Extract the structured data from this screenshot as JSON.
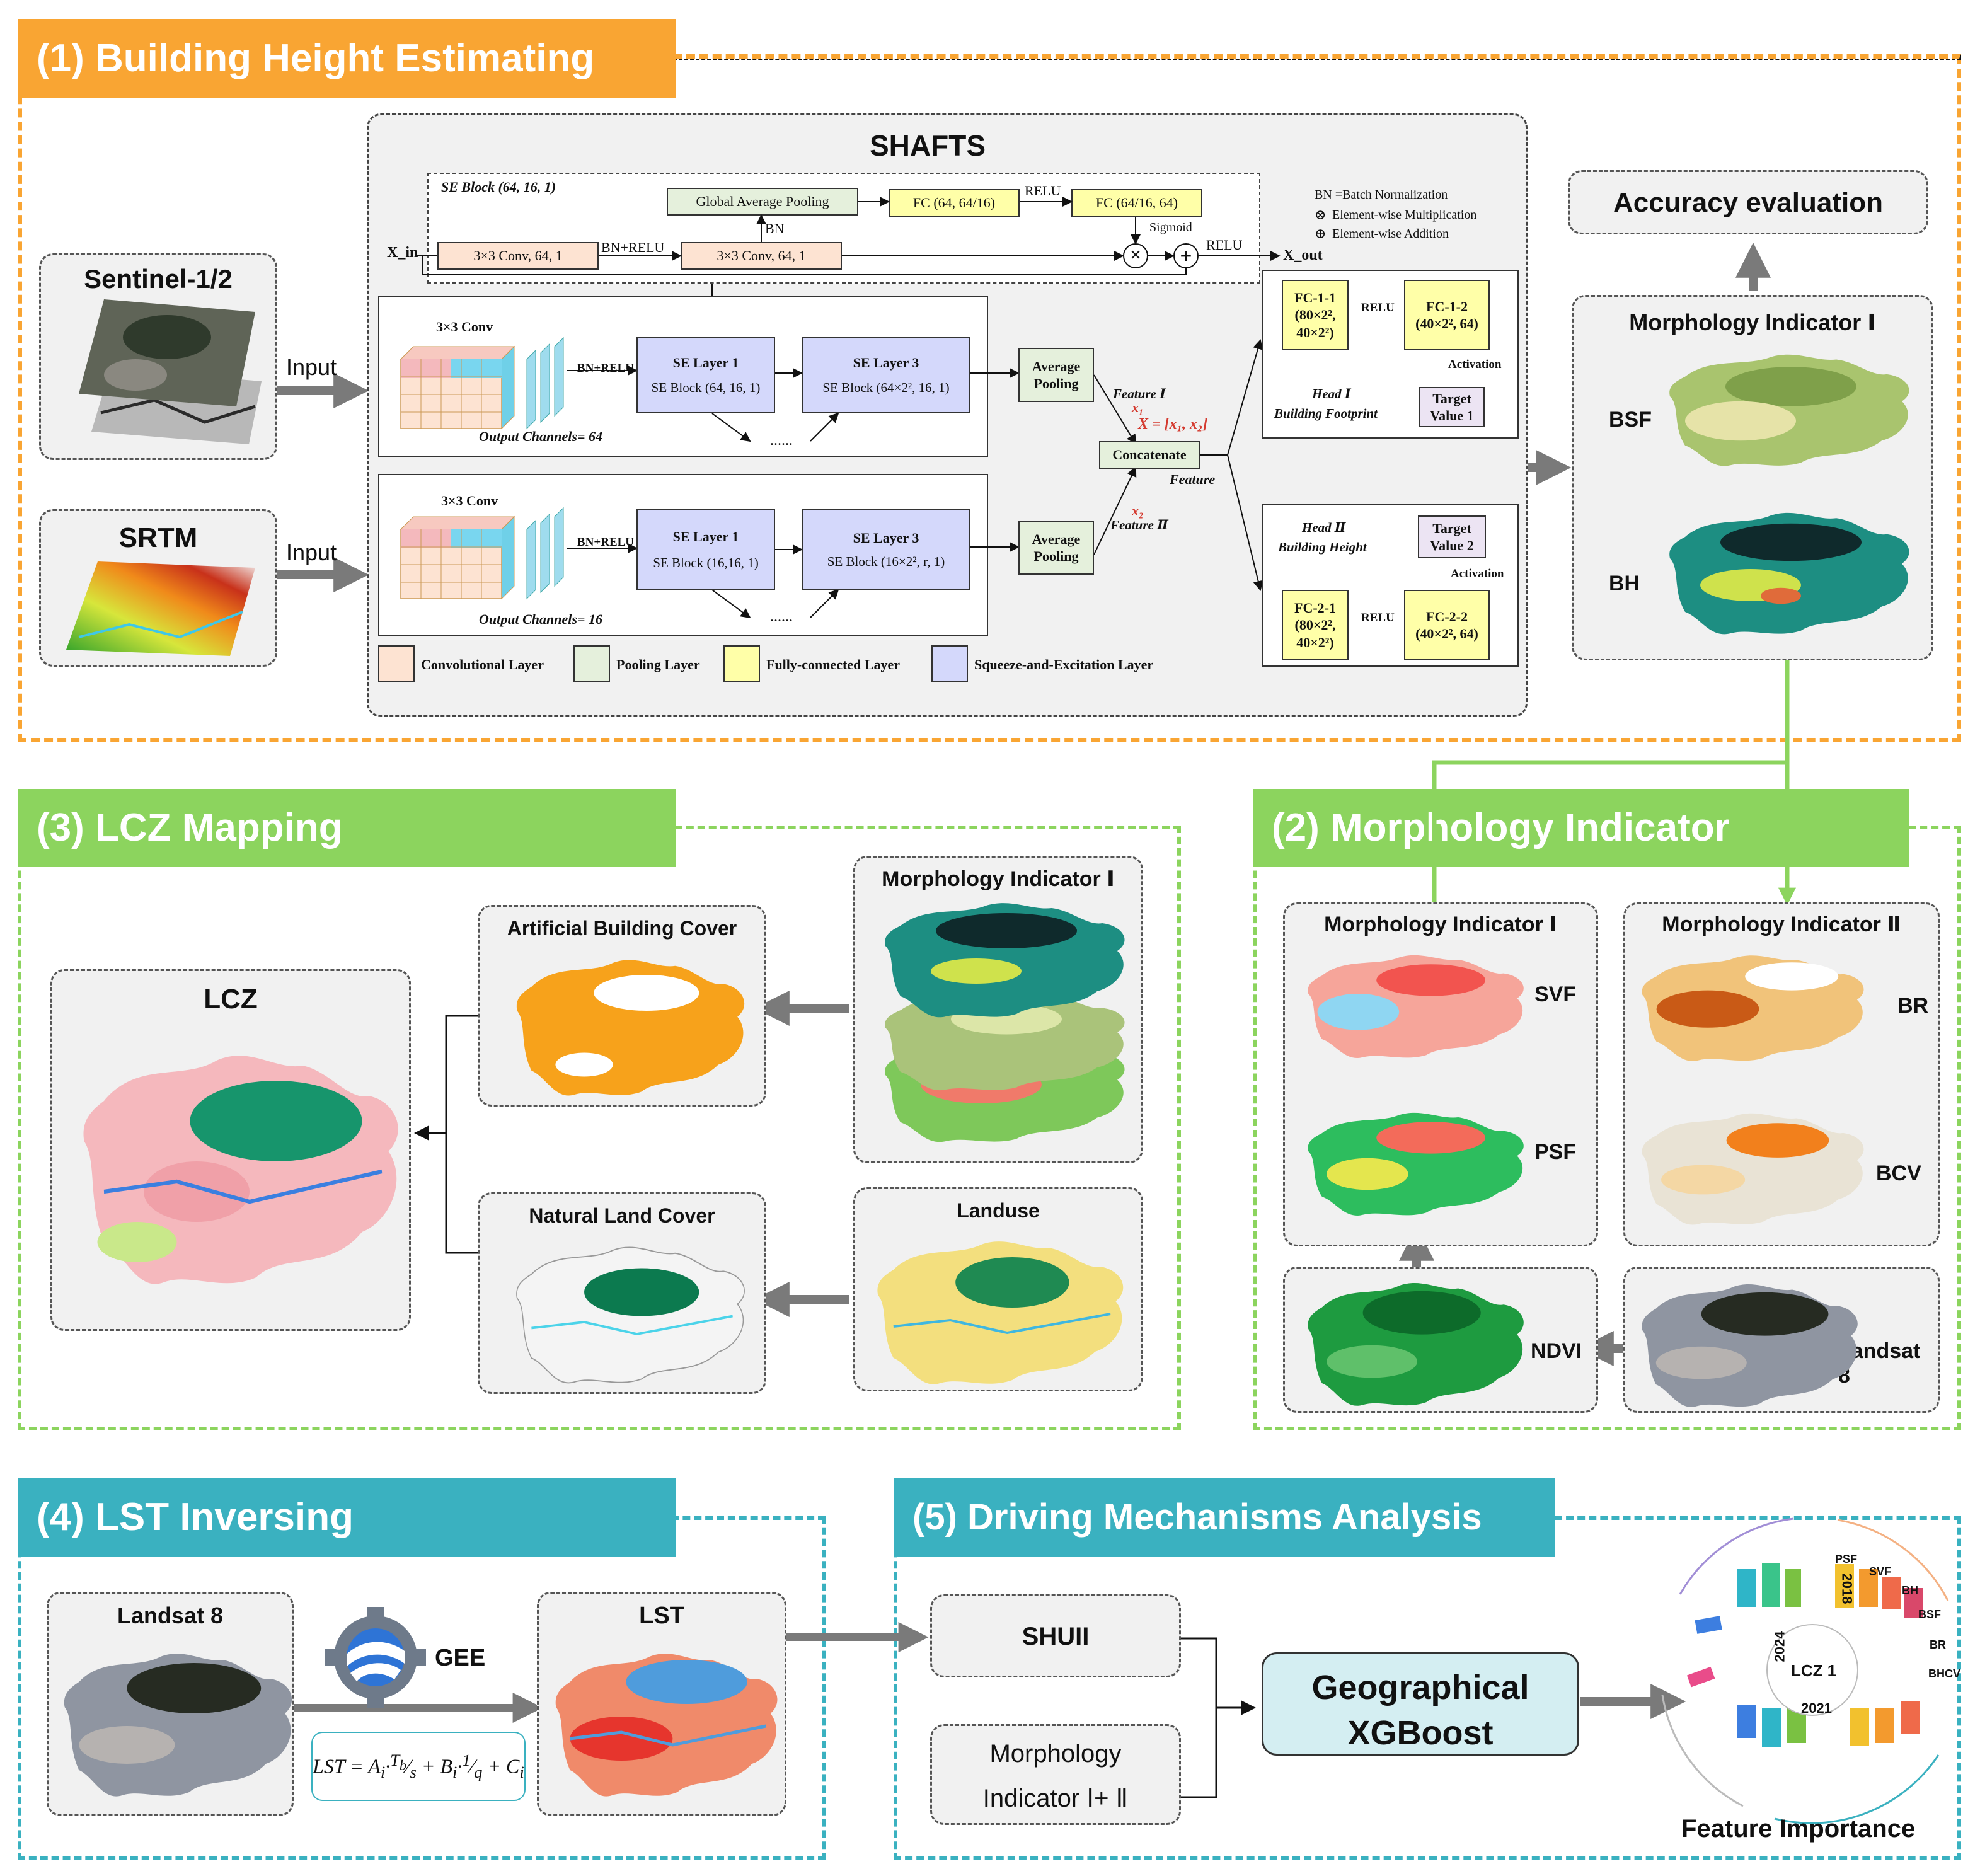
{
  "colors": {
    "orange": "#f9a533",
    "green": "#8cd45e",
    "teal": "#3ab1c0",
    "arrow_grey": "#7a7a7a"
  },
  "section1": {
    "title": "(1) Building Height Estimating",
    "inputs": {
      "sentinel": "Sentinel-1/2",
      "srtm": "SRTM",
      "input_label": "Input"
    },
    "shafts": {
      "title": "SHAFTS",
      "se_block_title": "SE Block (64, 16, 1)",
      "gap": "Global Average Pooling",
      "fc1": "FC (64, 64/16)",
      "fc2": "FC (64/16, 64)",
      "relu": "RELU",
      "bn": "BN",
      "sigmoid": "Sigmoid",
      "x_in": "X_in",
      "x_out": "X_out",
      "conv_a": "3×3 Conv, 64, 1",
      "conv_b": "3×3 Conv, 64, 1",
      "bn_relu": "BN+RELU",
      "legend_bn": "BN =Batch Normalization",
      "legend_mult": "Element-wise Multiplication",
      "legend_add": "Element-wise Addition",
      "conv3": "3×3 Conv",
      "out64": "Output Channels= 64",
      "out16": "Output Channels= 16",
      "se_layer1": "SE Layer 1",
      "se_layer3": "SE Layer 3",
      "se_block_a1": "SE Block (64, 16, 1)",
      "se_block_a3": "SE Block (64×2², 16, 1)",
      "se_block_b1": "SE Block (16,16, 1)",
      "se_block_b3": "SE Block (16×2², r, 1)",
      "dots": "......",
      "avg_pool": "Average Pooling",
      "feature1": "Feature Ⅰ",
      "feature2": "Feature Ⅱ",
      "x1": "x₁",
      "x2": "x₂",
      "concat_eq": "X = [x₁, x₂]",
      "concatenate": "Concatenate",
      "feature": "Feature",
      "fc11": "FC-1-1 (80×2², 40×2²)",
      "fc12": "FC-1-2 (40×2², 64)",
      "fc21": "FC-2-1 (80×2², 40×2²)",
      "fc22": "FC-2-2 (40×2², 64)",
      "activation": "Activation",
      "target1": "Target Value 1",
      "target2": "Target Value 2",
      "head1": "Head Ⅰ",
      "head1_sub": "Building Footprint",
      "head2": "Head Ⅱ",
      "head2_sub": "Building Height",
      "legend": [
        "Convolutional Layer",
        "Pooling Layer",
        "Fully-connected Layer",
        "Squeeze-and-Excitation Layer"
      ]
    },
    "accuracy": "Accuracy evaluation",
    "morph1": {
      "title": "Morphology Indicator Ⅰ",
      "bsf": "BSF",
      "bh": "BH"
    }
  },
  "section2": {
    "title": "(2) Morphology Indicator",
    "mi1": "Morphology Indicator Ⅰ",
    "mi2": "Morphology Indicator Ⅱ",
    "svf": "SVF",
    "psf": "PSF",
    "br": "BR",
    "bcv": "BCV",
    "ndvi": "NDVI",
    "landsat": "Landsat 8"
  },
  "section3": {
    "title": "(3) LCZ Mapping",
    "lcz": "LCZ",
    "abc": "Artificial Building Cover",
    "nlc": "Natural Land Cover",
    "mi1": "Morphology Indicator Ⅰ",
    "landuse": "Landuse"
  },
  "section4": {
    "title": "(4) LST Inversing",
    "landsat": "Landsat 8",
    "gee": "GEE",
    "lst": "LST"
  },
  "section5": {
    "title": "(5) Driving Mechanisms Analysis",
    "shuii": "SHUII",
    "morph_line1": "Morphology",
    "morph_line2": "Indicator Ⅰ+ Ⅱ",
    "model_line1": "Geographical",
    "model_line2": "XGBoost",
    "fi_title": "Feature Importance",
    "lcz1": "LCZ 1",
    "years": [
      "2018",
      "2021",
      "2024"
    ],
    "features": [
      "PSF",
      "SVF",
      "BH",
      "BSF",
      "BR",
      "BHCV"
    ]
  }
}
